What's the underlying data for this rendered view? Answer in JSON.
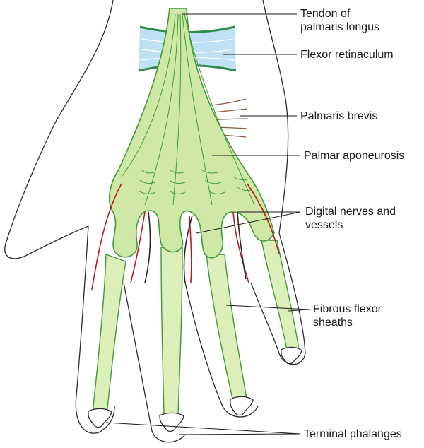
{
  "labels": {
    "tendon": "Tendon of\npalmaris longus",
    "retinaculum": "Flexor retinaculum",
    "brevis": "Palmaris brevis",
    "aponeurosis": "Palmar aponeurosis",
    "nerves": "Digital nerves and\nvessels",
    "sheaths": "Fibrous flexor\nsheaths",
    "phalanges": "Terminal phalanges"
  },
  "colors": {
    "aponeurosis_fill": "#cfe8a6",
    "aponeurosis_stroke": "#3f9a3a",
    "sheath_fill": "#dcefb8",
    "retinaculum": "#a9d7f2",
    "retinaculum_edge": "#2f8a4a",
    "vessel": "#c0181f",
    "muscle": "#8a5a3c",
    "outline": "#2a2a2a"
  }
}
